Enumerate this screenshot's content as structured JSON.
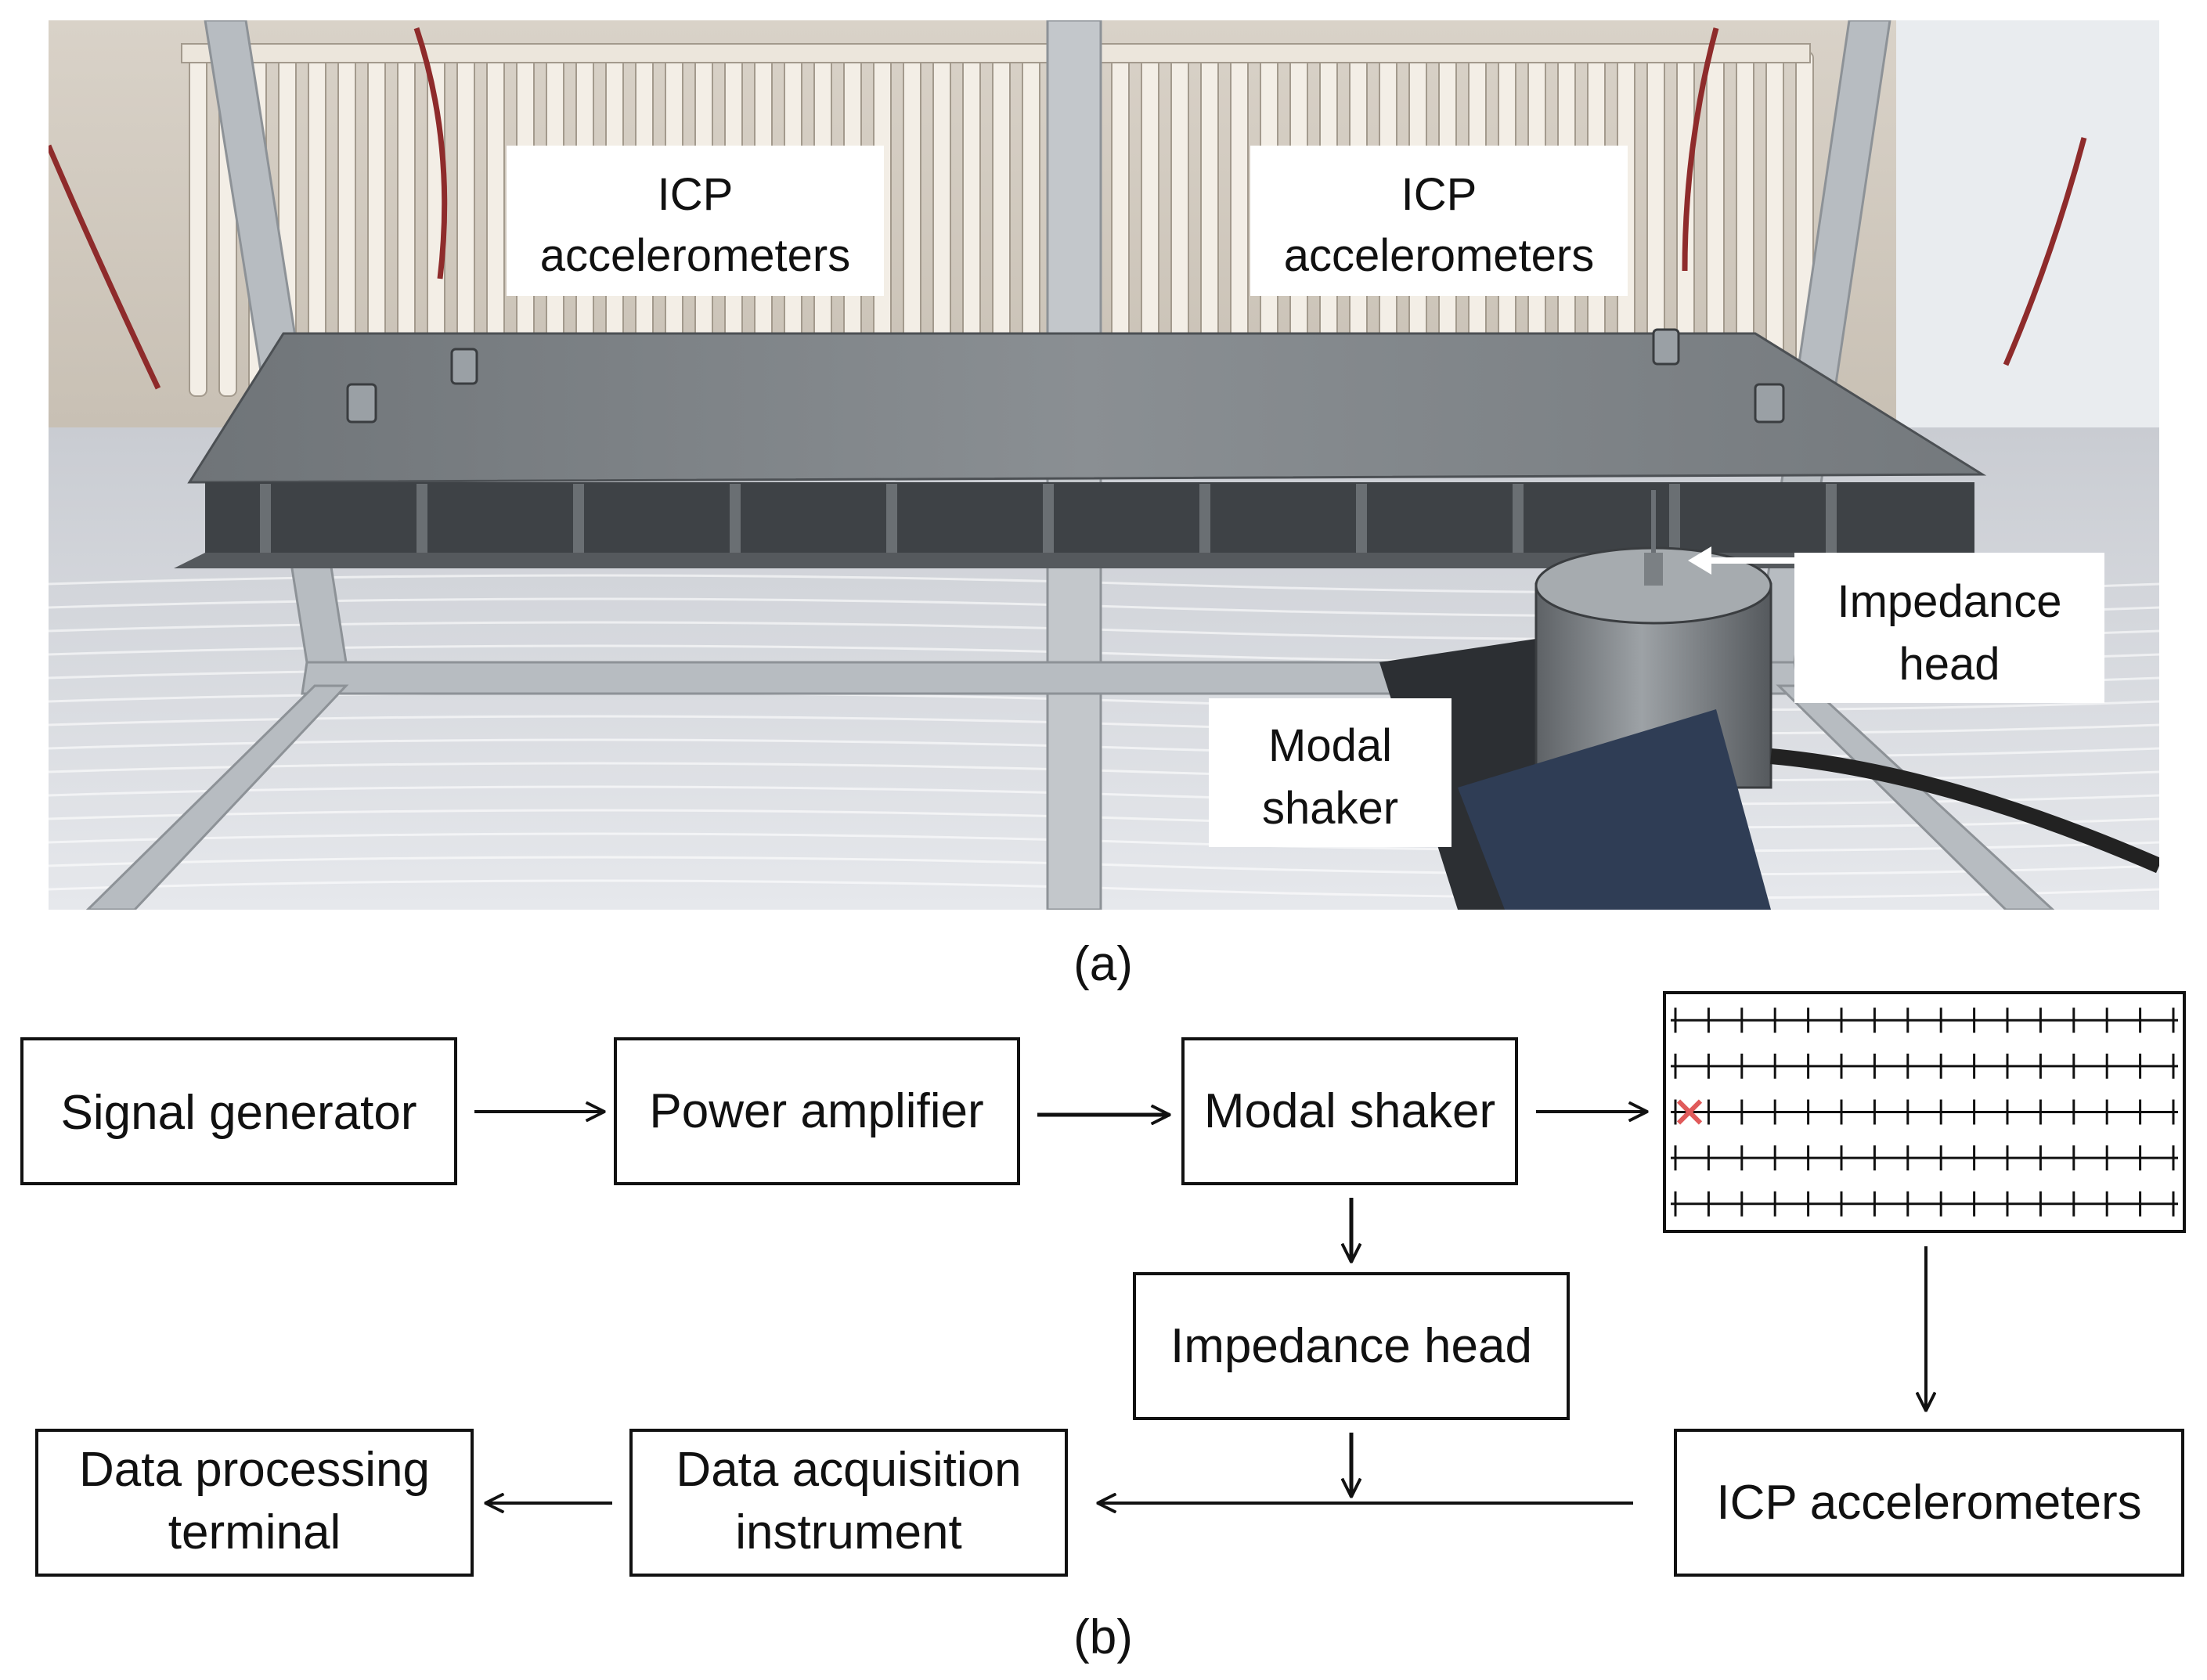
{
  "photo": {
    "callouts": [
      {
        "id": "icp-left",
        "lines": [
          "ICP",
          "accelerometers"
        ]
      },
      {
        "id": "icp-right",
        "lines": [
          "ICP",
          "accelerometers"
        ]
      },
      {
        "id": "impedance",
        "lines": [
          "Impedance",
          "head"
        ]
      },
      {
        "id": "shaker",
        "lines": [
          "Modal",
          "shaker"
        ]
      }
    ],
    "caption": "(a)"
  },
  "diagram": {
    "boxes": {
      "signal_generator": [
        "Signal generator"
      ],
      "power_amplifier": [
        "Power amplifier"
      ],
      "modal_shaker": [
        "Modal shaker"
      ],
      "impedance_head": [
        "Impedance head"
      ],
      "icp_accelerometers": [
        "ICP accelerometers"
      ],
      "data_acquisition": [
        "Data acquisition",
        "instrument"
      ],
      "data_processing": [
        "Data processing",
        "terminal"
      ]
    },
    "grid": {
      "rows": 5,
      "cols": 15,
      "excitation_row": 2,
      "excitation_col": 0,
      "marker_color": "#e05a5a"
    },
    "caption": "(b)"
  }
}
